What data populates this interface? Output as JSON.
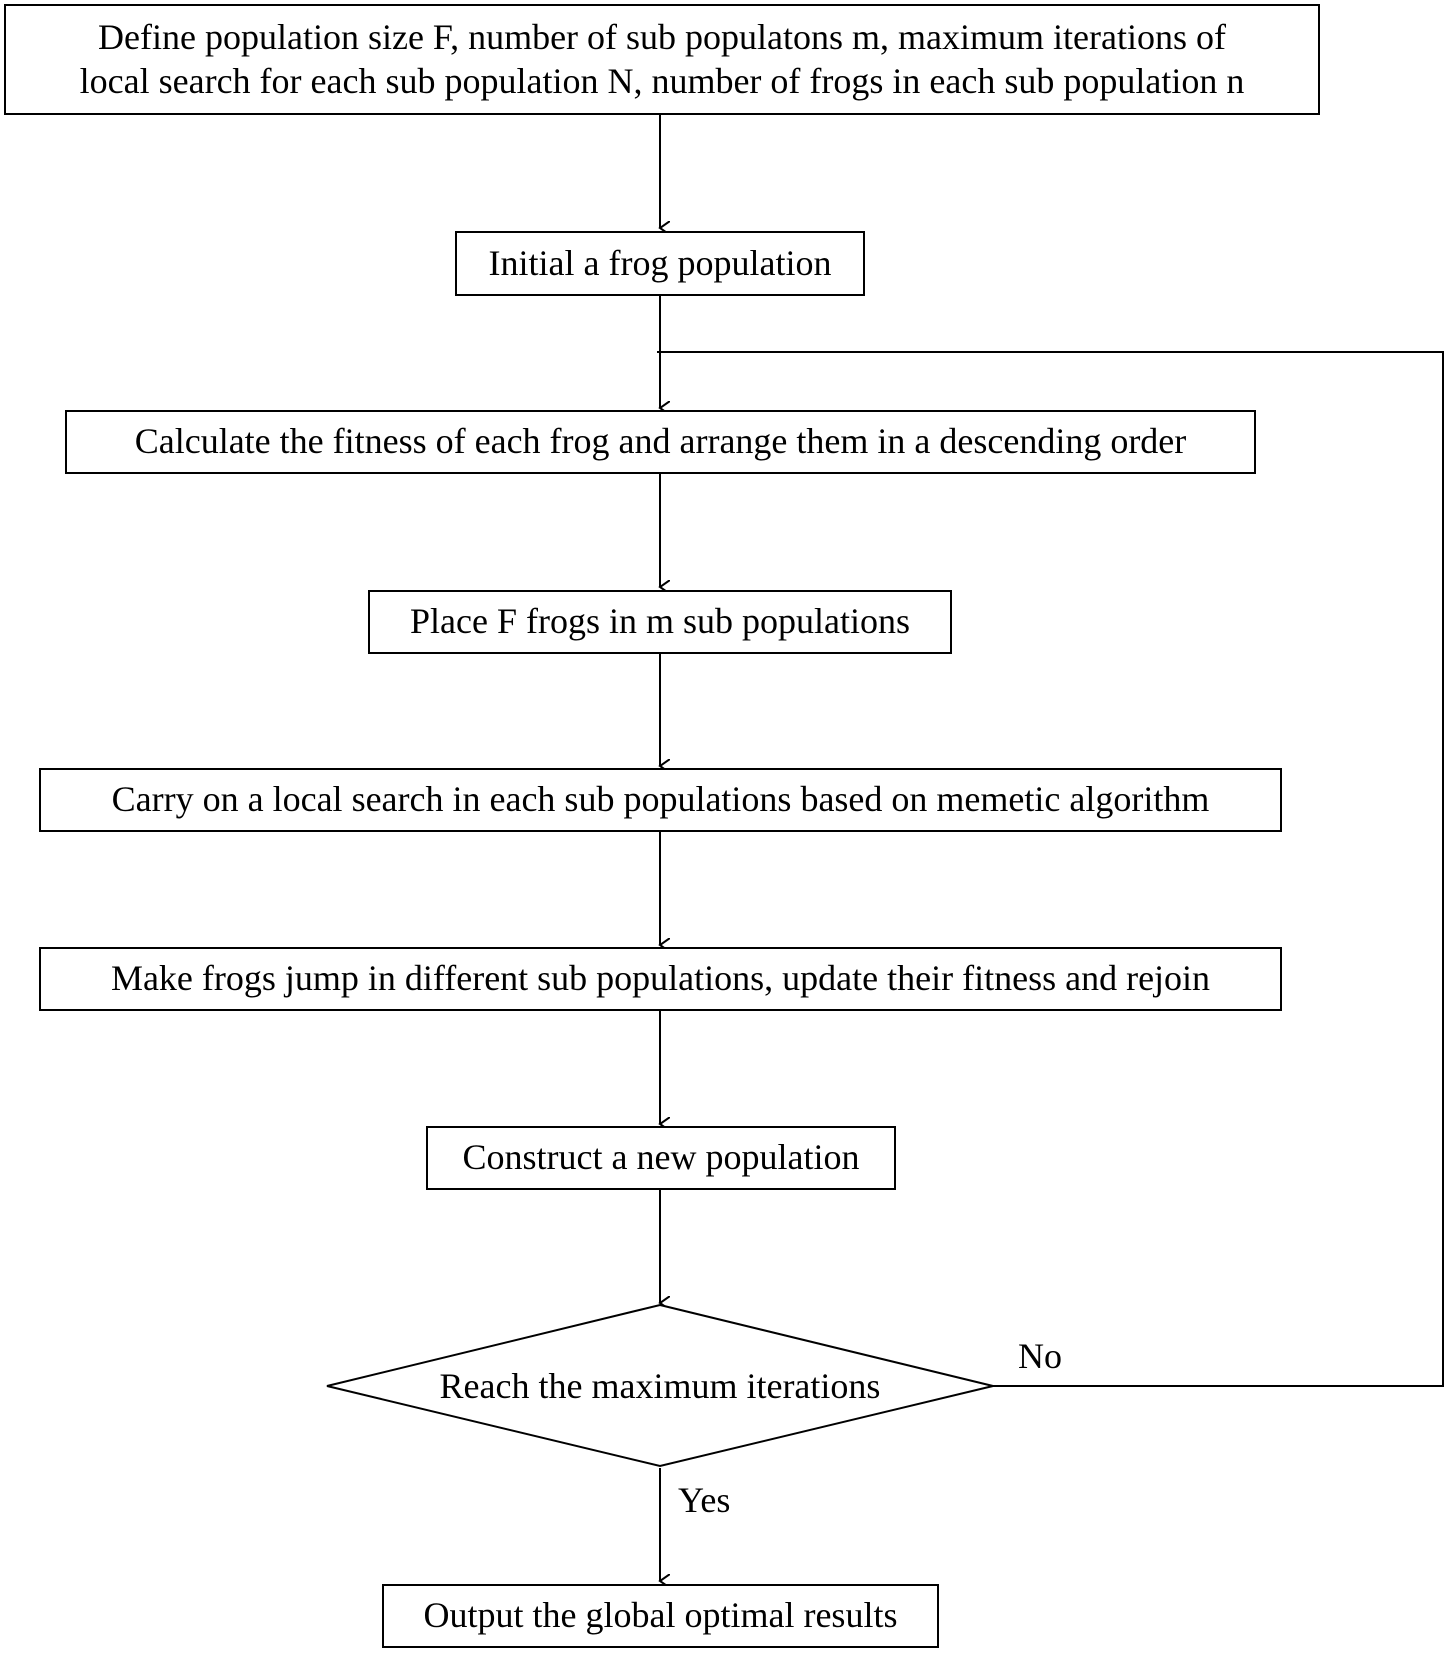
{
  "flowchart": {
    "steps": {
      "define": {
        "line1": "Define population size F, number of sub populatons m, maximum iterations of",
        "line2": "local search for each sub population N, number of frogs in each sub population n"
      },
      "initial": "Initial a frog population",
      "calculate": "Calculate the fitness of each frog and arrange them in a descending order",
      "place": "Place F frogs in m sub populations",
      "local_search": "Carry on a local search in each sub populations based on memetic algorithm",
      "jump": "Make frogs jump in different sub populations, update their fitness and rejoin",
      "construct": "Construct a new population",
      "decision": "Reach the maximum iterations",
      "output": "Output the global optimal results"
    },
    "labels": {
      "no": "No",
      "yes": "Yes"
    }
  }
}
